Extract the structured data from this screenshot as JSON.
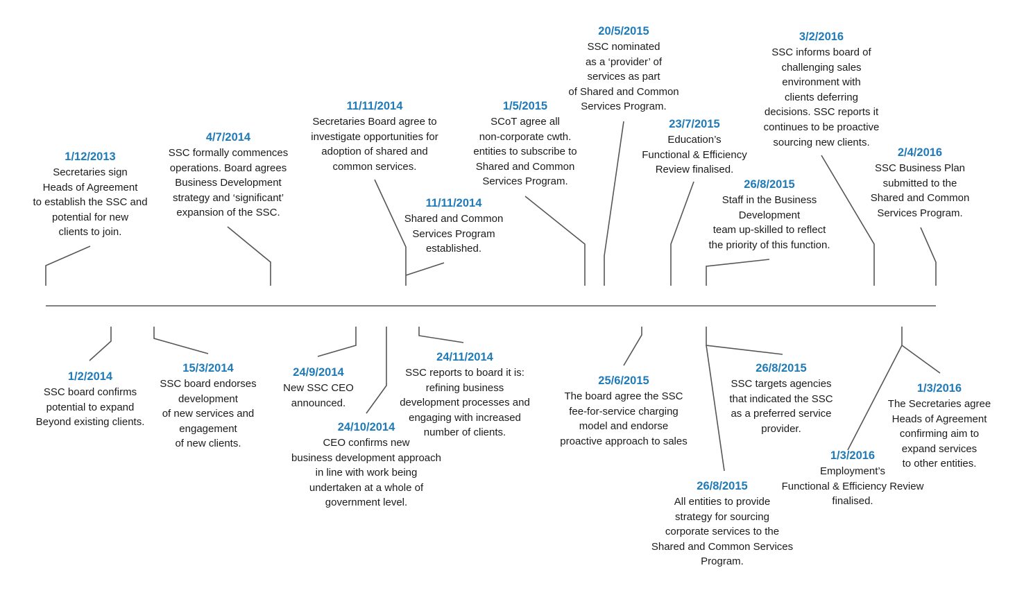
{
  "colors": {
    "date": "#1f7ab8",
    "text": "#1a1a1a",
    "line": "#555555"
  },
  "events": [
    {
      "id": "e01",
      "date": "1/12/2013",
      "lines": [
        "Secretaries sign",
        "Heads of Agreement",
        "to establish the SSC and",
        "potential for new",
        "clients to join."
      ]
    },
    {
      "id": "e02",
      "date": "4/7/2014",
      "lines": [
        "SSC formally commences",
        "operations. Board agrees",
        "Business Development",
        "strategy and ‘significant’",
        "expansion of the SSC."
      ]
    },
    {
      "id": "e03",
      "date": "11/11/2014",
      "lines": [
        "Secretaries Board agree to",
        "investigate opportunities for",
        "adoption of shared and",
        "common services."
      ]
    },
    {
      "id": "e04",
      "date": "11/11/2014",
      "lines": [
        "Shared and Common",
        "Services Program",
        "established."
      ]
    },
    {
      "id": "e05",
      "date": "1/5/2015",
      "lines": [
        "SCoT agree all",
        "non-corporate cwth.",
        "entities to subscribe to",
        "Shared and Common",
        "Services Program."
      ]
    },
    {
      "id": "e06",
      "date": "20/5/2015",
      "lines": [
        "SSC nominated",
        "as a ‘provider’ of",
        "services as part",
        "of Shared and Common",
        "Services Program."
      ]
    },
    {
      "id": "e07",
      "date": "23/7/2015",
      "lines": [
        "Education’s",
        "Functional & Efficiency",
        "Review finalised."
      ]
    },
    {
      "id": "e08",
      "date": "26/8/2015",
      "lines": [
        "Staff in the Business",
        "Development",
        "team  up-skilled to reflect",
        "the priority of this function."
      ]
    },
    {
      "id": "e09",
      "date": "3/2/2016",
      "lines": [
        "SSC informs board of",
        "challenging sales",
        "environment with",
        "clients deferring",
        "decisions. SSC reports it",
        "continues to be proactive",
        "sourcing new clients."
      ]
    },
    {
      "id": "e10",
      "date": "2/4/2016",
      "lines": [
        "SSC Business Plan",
        "submitted to the",
        "Shared and Common",
        "Services Program."
      ]
    },
    {
      "id": "e11",
      "date": "1/2/2014",
      "lines": [
        "SSC board confirms",
        "potential to expand",
        "Beyond existing clients."
      ]
    },
    {
      "id": "e12",
      "date": "15/3/2014",
      "lines": [
        "SSC board endorses",
        "development",
        "of new services and",
        "engagement",
        "of new clients."
      ]
    },
    {
      "id": "e13",
      "date": "24/9/2014",
      "lines": [
        "New SSC CEO",
        "announced."
      ]
    },
    {
      "id": "e14",
      "date": "24/10/2014",
      "lines": [
        "CEO confirms new",
        "business development approach",
        "in line with work being",
        "undertaken at a whole of",
        "government level."
      ]
    },
    {
      "id": "e15",
      "date": "24/11/2014",
      "lines": [
        "SSC reports to board it is:",
        "refining business",
        "development processes and",
        "engaging with increased",
        "number of clients."
      ]
    },
    {
      "id": "e16",
      "date": "25/6/2015",
      "lines": [
        "The board agree the SSC",
        "fee-for-service charging",
        "model and endorse",
        "proactive approach to sales"
      ]
    },
    {
      "id": "e17",
      "date": "26/8/2015",
      "lines": [
        "SSC targets agencies",
        "that indicated the SSC",
        "as a preferred service",
        "provider."
      ]
    },
    {
      "id": "e18",
      "date": "26/8/2015",
      "lines": [
        "All entities to provide",
        "strategy for sourcing",
        "corporate services  to the",
        "Shared and Common Services",
        "Program."
      ]
    },
    {
      "id": "e19",
      "date": "1/3/2016",
      "lines": [
        "Employment’s",
        "Functional & Efficiency Review",
        "finalised."
      ]
    },
    {
      "id": "e20",
      "date": "1/3/2016",
      "lines": [
        "The Secretaries agree",
        "Heads of Agreement",
        "confirming aim to",
        "expand services",
        "to other entities."
      ]
    }
  ]
}
